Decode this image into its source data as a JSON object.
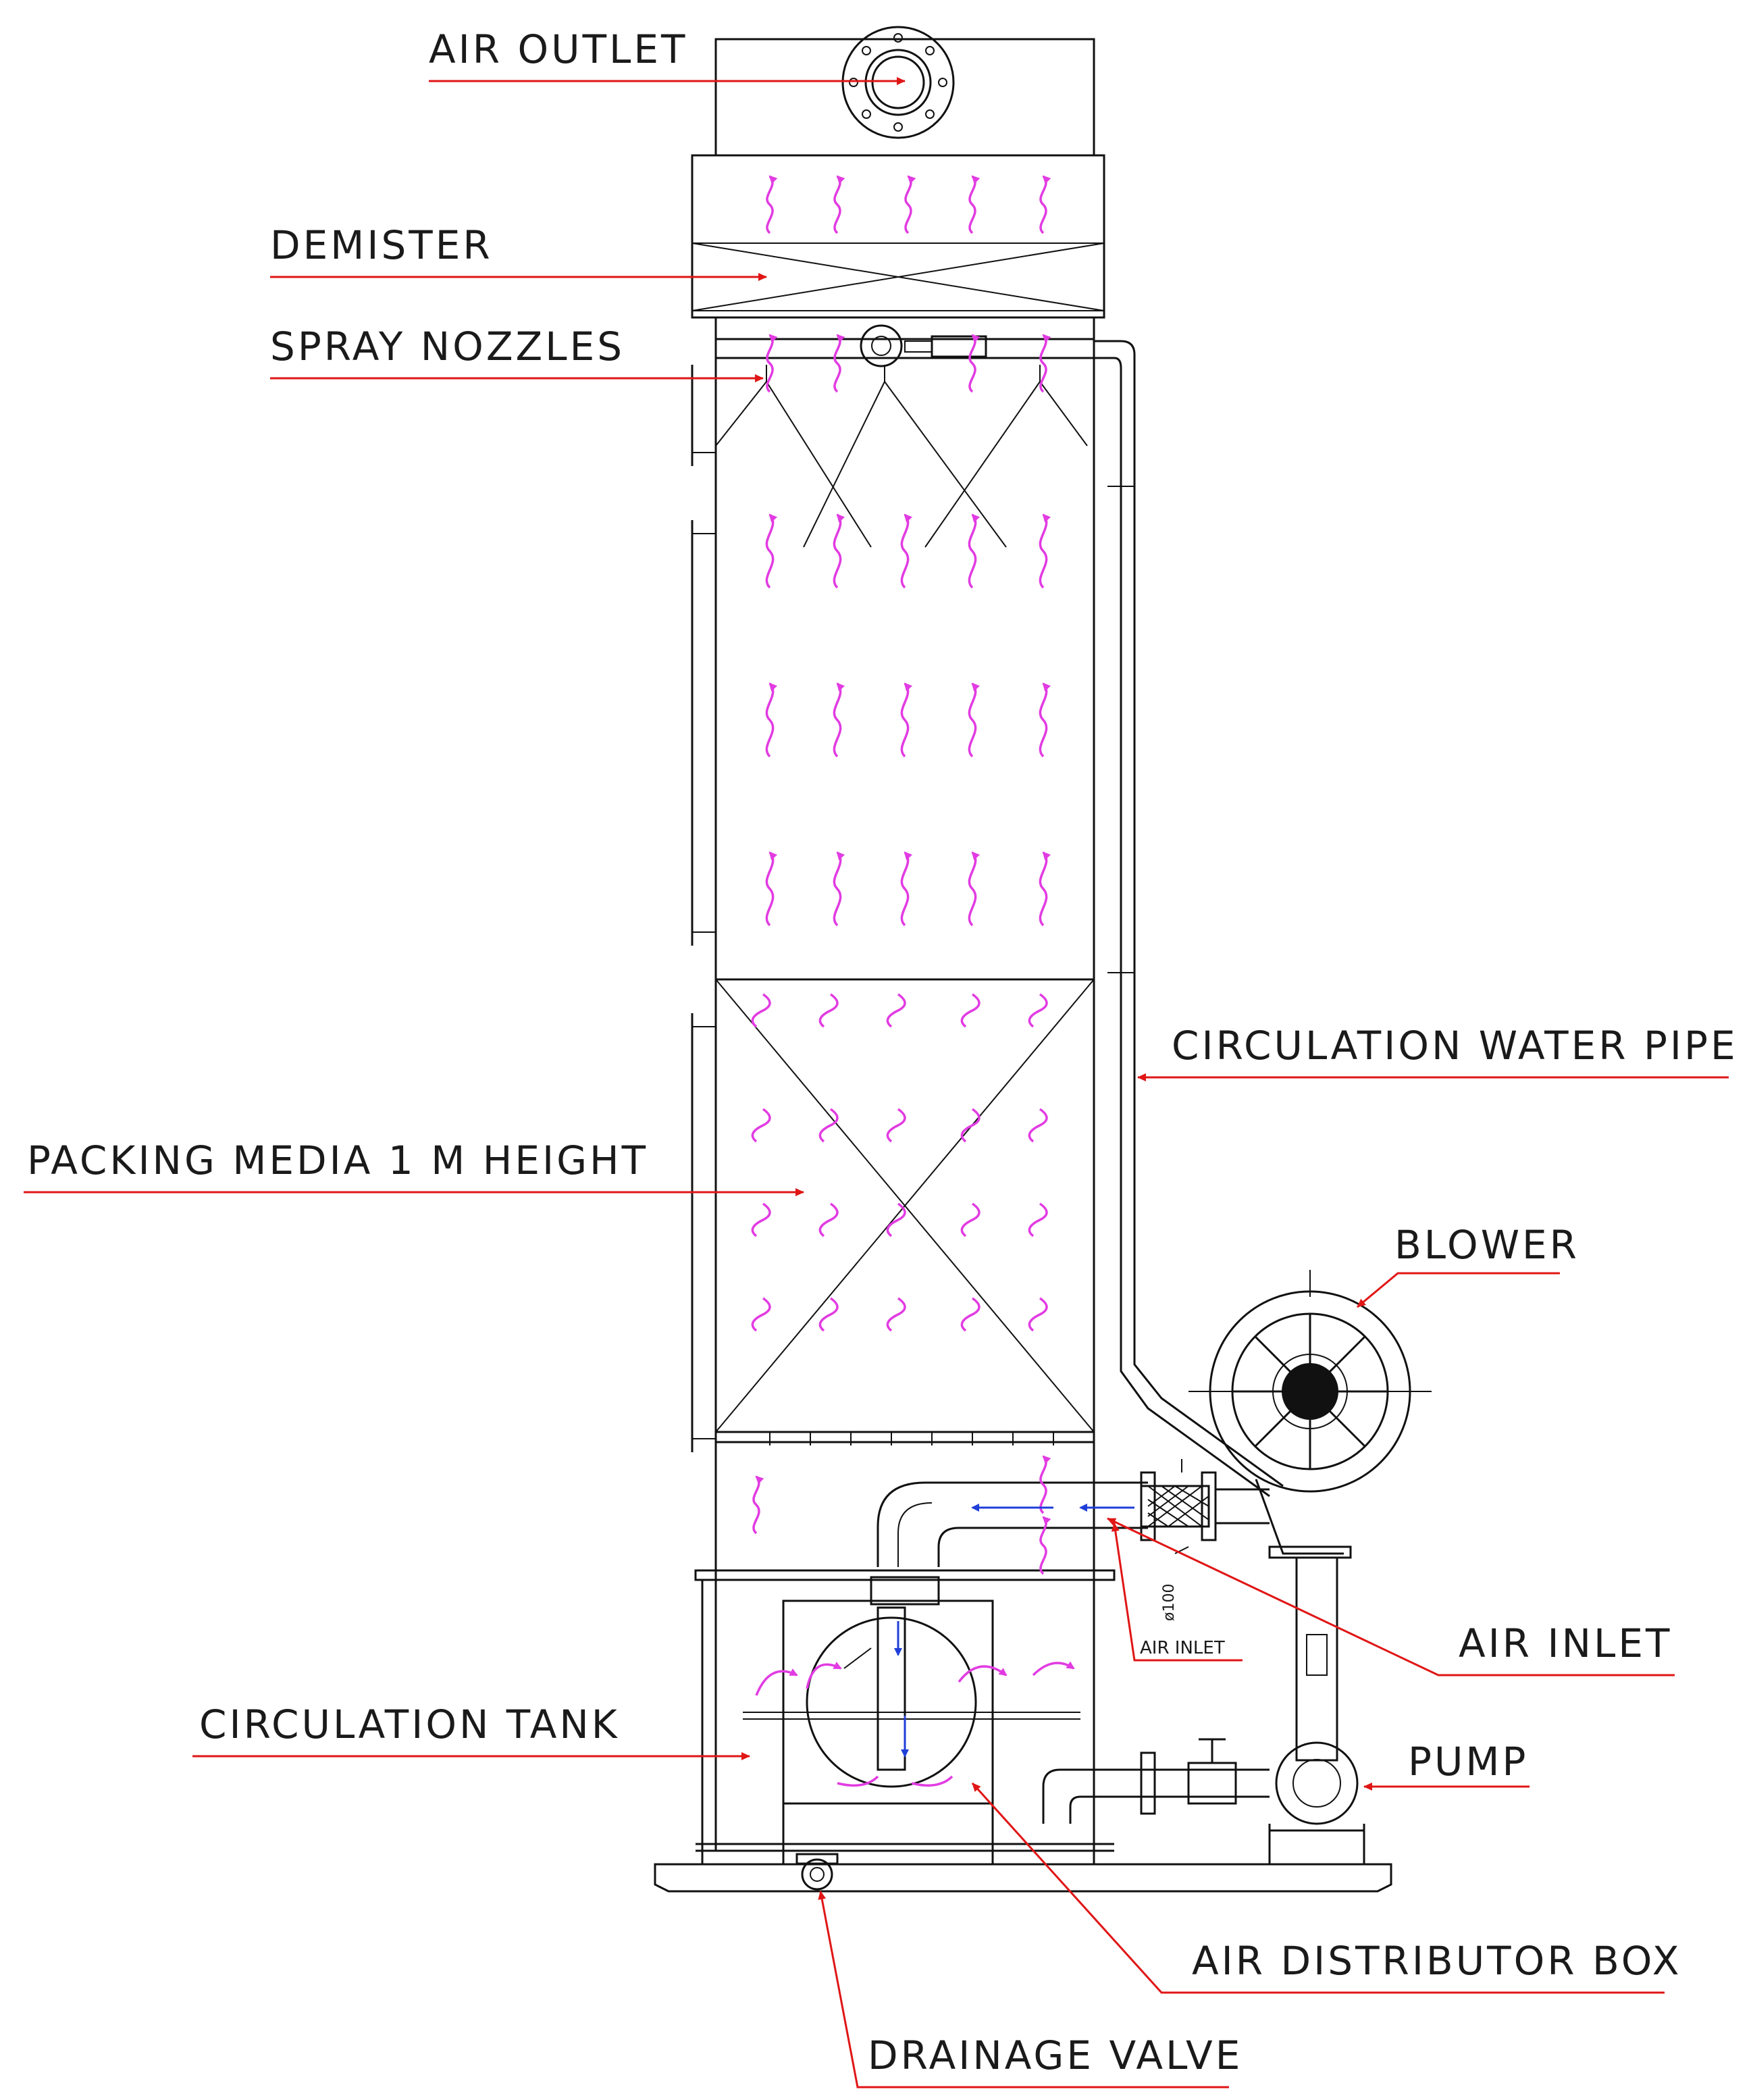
{
  "labels": {
    "air_outlet": "AIR OUTLET",
    "demister": "DEMISTER",
    "spray_nozzles": "SPRAY NOZZLES",
    "circulation_water_pipe": "CIRCULATION WATER PIPE",
    "packing_media": "PACKING MEDIA 1 M HEIGHT",
    "blower": "BLOWER",
    "air_inlet": "AIR INLET",
    "air_inlet_small": "AIR INLET",
    "pipe_diameter": "ø100",
    "circulation_tank": "CIRCULATION TANK",
    "pump": "PUMP",
    "air_distributor_box": "AIR DISTRIBUTOR BOX",
    "drainage_valve": "DRAINAGE VALVE"
  },
  "colors": {
    "leader": "#e01616",
    "airflow": "#e23be2",
    "water_flow": "#1f3fd8",
    "linework": "#111111"
  }
}
